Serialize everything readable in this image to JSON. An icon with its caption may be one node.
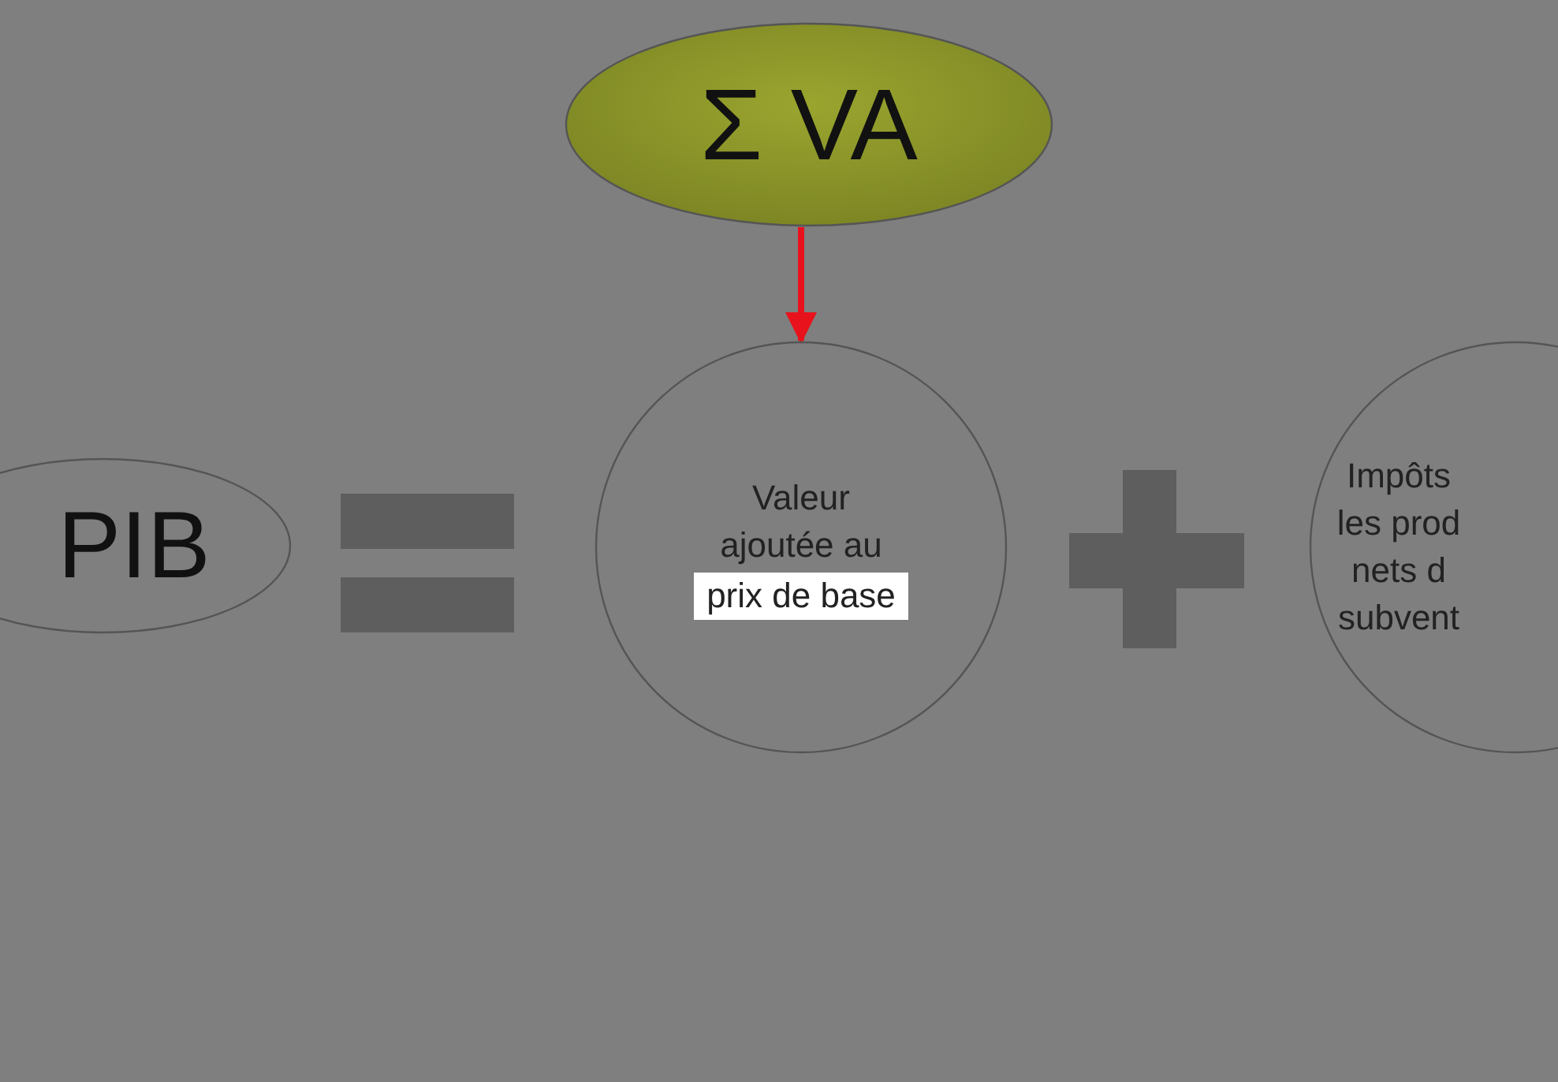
{
  "diagram": {
    "nodes": [
      {
        "text": [
          "Σ VA"
        ]
      },
      {
        "text": [
          "PIB"
        ]
      },
      {
        "text": [],
        "shape": "equals"
      },
      {
        "text": [
          "Valeur ajoutée au",
          "prix de base"
        ]
      },
      {
        "text": [],
        "shape": "plus"
      },
      {
        "text": [
          "Impôts les prod nets d subvent"
        ]
      }
    ],
    "edges": [
      {
        "from": 0,
        "to": 3,
        "arrow": "to",
        "color": "#e8121c"
      }
    ]
  }
}
